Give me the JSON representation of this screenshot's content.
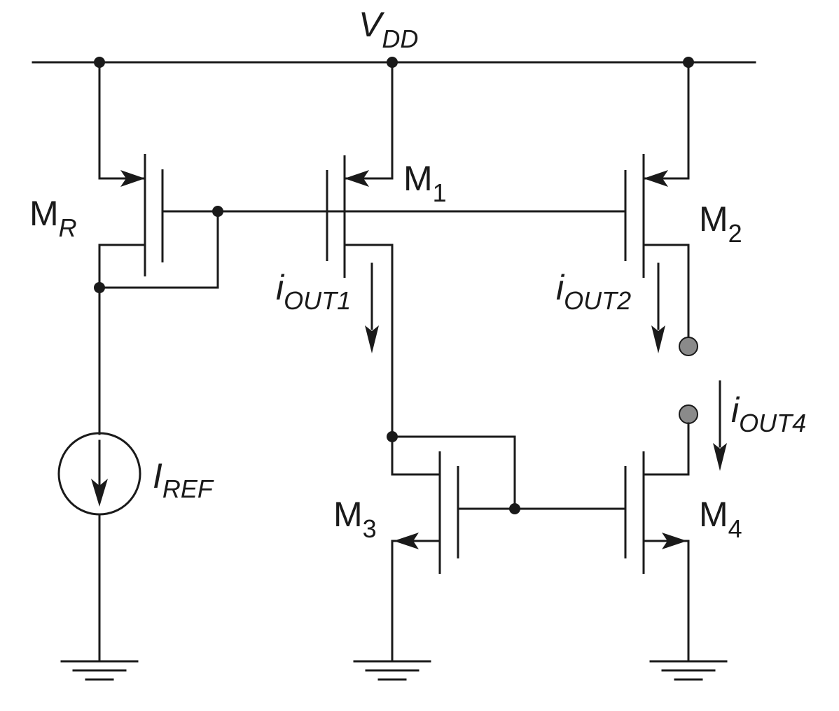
{
  "vdd": {
    "main": "V",
    "sub": "DD"
  },
  "transistors": {
    "mr": {
      "main": "M",
      "sub": "R"
    },
    "m1": {
      "main": "M",
      "sub": "1"
    },
    "m2": {
      "main": "M",
      "sub": "2"
    },
    "m3": {
      "main": "M",
      "sub": "3"
    },
    "m4": {
      "main": "M",
      "sub": "4"
    }
  },
  "currents": {
    "iout1": {
      "main": "i",
      "sub": "OUT1"
    },
    "iout2": {
      "main": "i",
      "sub": "OUT2"
    },
    "iout4": {
      "main": "i",
      "sub": "OUT4"
    }
  },
  "source": {
    "main": "I",
    "sub": "REF"
  }
}
